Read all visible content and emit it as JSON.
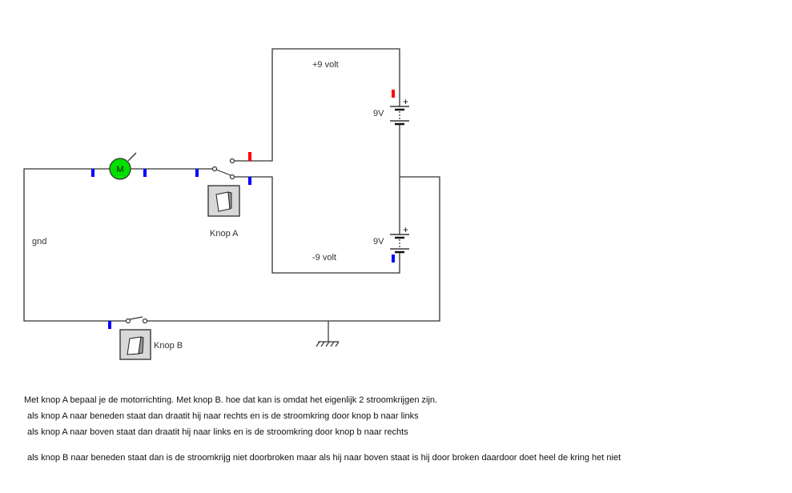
{
  "labels": {
    "plus_volt": "+9 volt",
    "minus_volt": "-9 volt",
    "battery_top": "9V",
    "battery_bottom": "9V",
    "battery_plus": "+",
    "gnd": "gnd",
    "motor": "M",
    "knop_a": "Knop A",
    "knop_b": "Knop B"
  },
  "colors": {
    "positive": "#ff0000",
    "negative": "#0000ff",
    "motor": "#00e000",
    "wire": "#333333"
  },
  "notes": [
    "Met knop A bepaal je de motorrichting. Met knop B. hoe dat kan is omdat het eigenlijk 2 stroomkrijgen zijn.",
    "als knop A naar beneden staat dan draatit hij naar rechts en is de stroomkring door knop b naar links",
    "als knop A naar boven staat dan draatit hij naar links en is de stroomkring door knop b naar rechts",
    "als knop B naar beneden staat dan is de stroomkrijg niet doorbroken maar als hij naar boven staat is hij door broken daardoor doet heel de kring het niet"
  ]
}
